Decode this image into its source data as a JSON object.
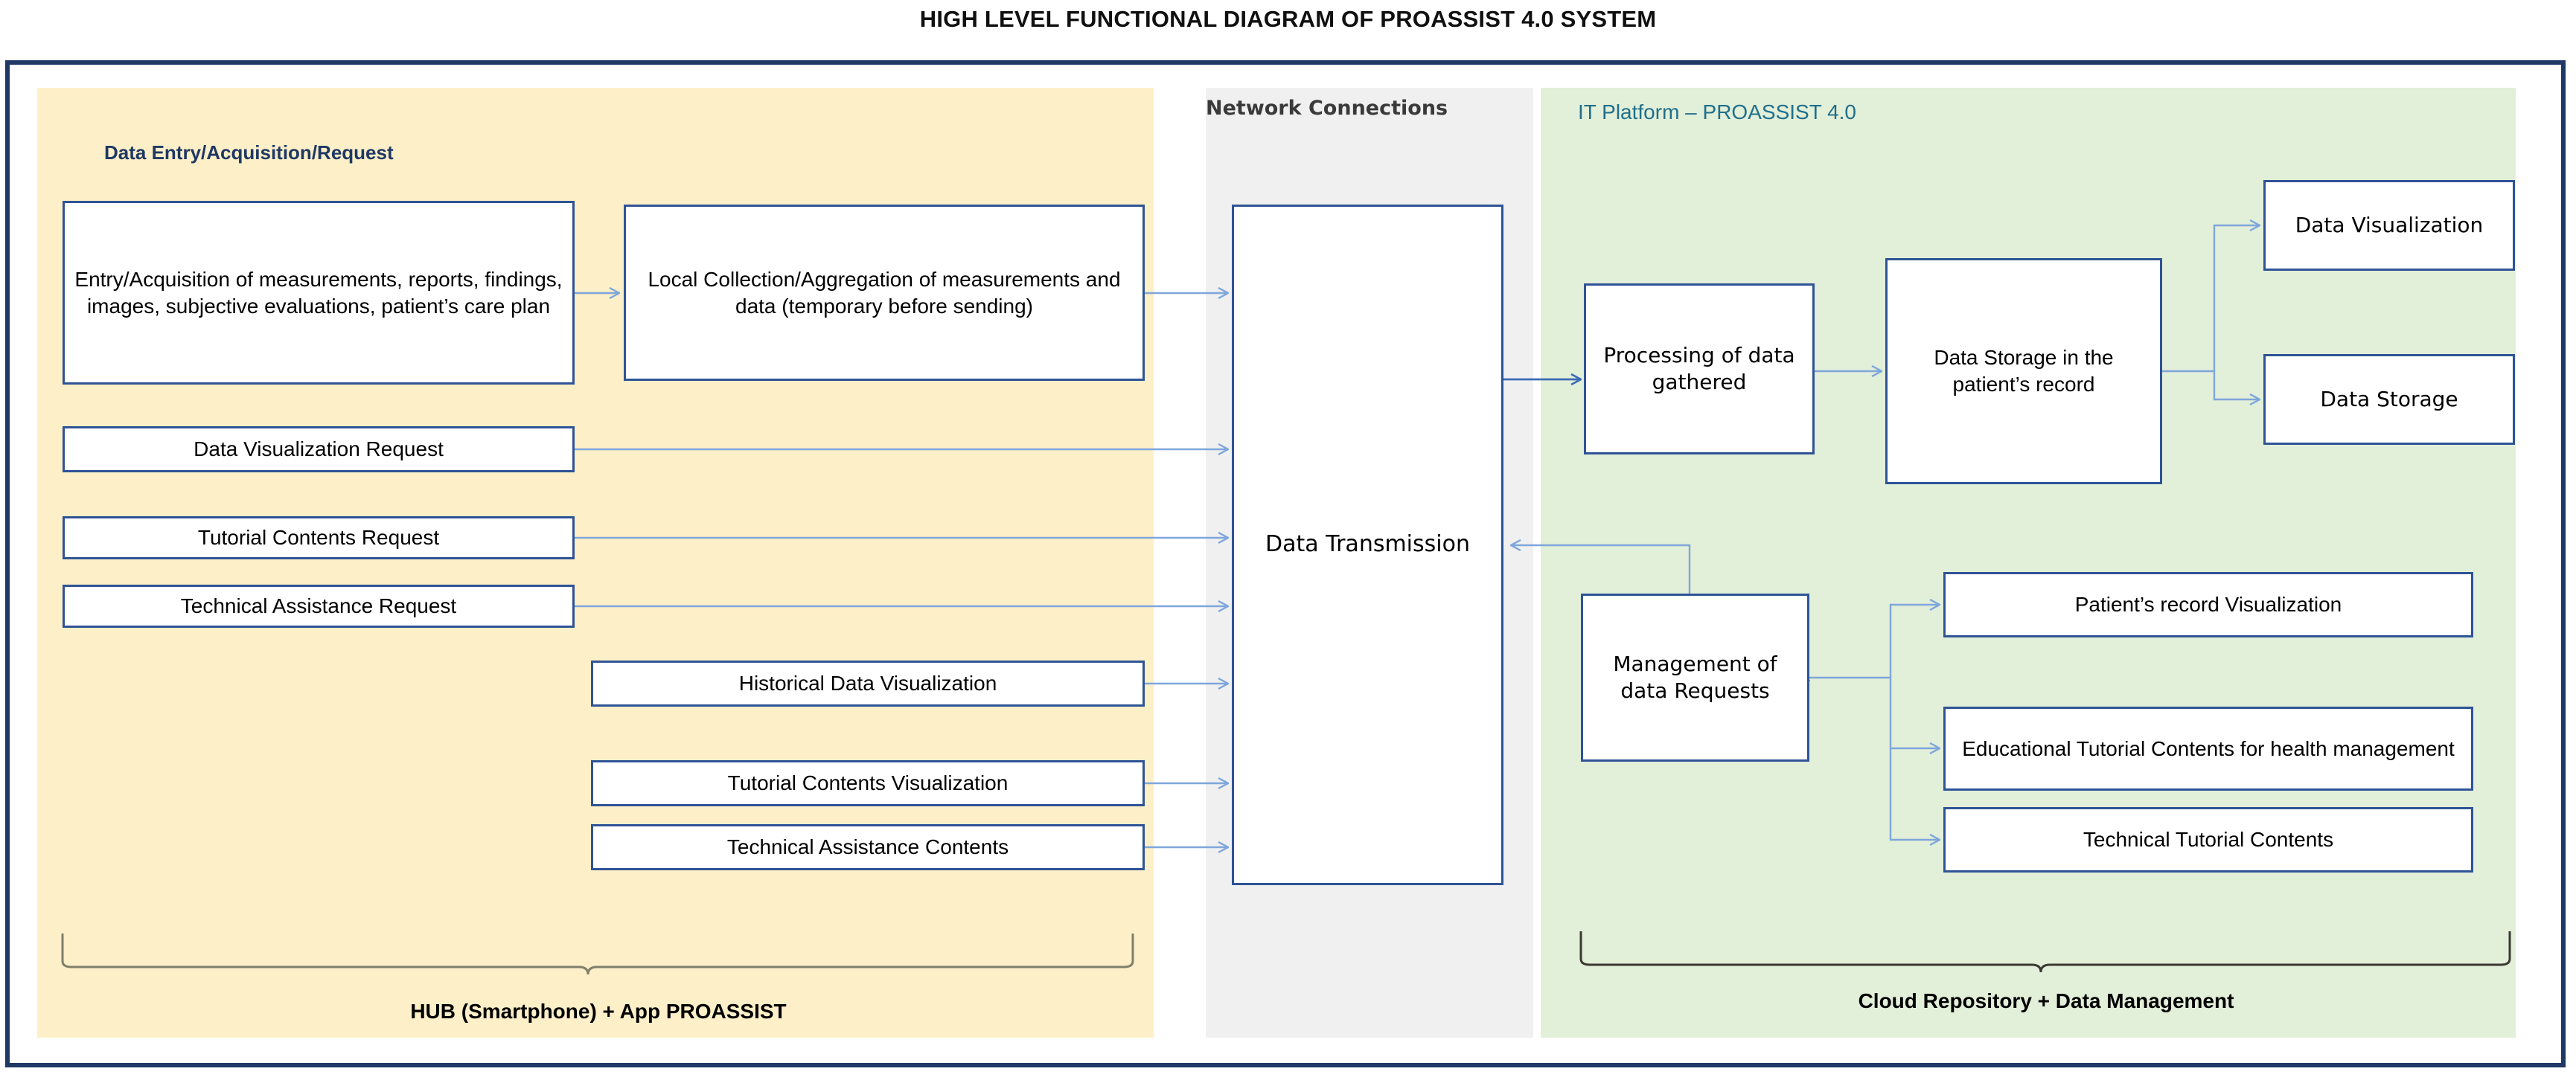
{
  "title": "HIGH LEVEL FUNCTIONAL DIAGRAM OF PROASSIST 4.0 SYSTEM",
  "panels": {
    "hub": {
      "title": "Data Entry/Acquisition/Request",
      "bracket_label": "HUB (Smartphone) + App PROASSIST",
      "color": "#FDEFC8"
    },
    "network": {
      "title": "Network Connections",
      "color": "#F0F0F0"
    },
    "platform": {
      "title": "IT Platform – PROASSIST 4.0",
      "bracket_label": "Cloud Repository +  Data Management",
      "color": "#E2EFD9"
    }
  },
  "boxes": {
    "entry_acquisition": "Entry/Acquisition of measurements, reports, findings, images, subjective evaluations, patient’s care plan",
    "local_collection": "Local Collection/Aggregation of measurements and data (temporary before sending)",
    "data_visualization_request": "Data Visualization Request",
    "tutorial_contents_request": "Tutorial Contents Request",
    "technical_assistance_request": "Technical Assistance Request",
    "historical_data_visualization": "Historical Data Visualization",
    "tutorial_contents_visualization": "Tutorial Contents Visualization",
    "technical_assistance_contents": "Technical Assistance Contents",
    "data_transmission": "Data Transmission",
    "processing_of_data": "Processing of data gathered",
    "data_storage_patient_record": "Data Storage  in the patient’s record",
    "data_visualization": "Data Visualization",
    "data_storage": "Data Storage",
    "management_of_data_requests": "Management of data Requests",
    "patients_record_visualization": "Patient’s record Visualization",
    "educational_tutorial_contents": "Educational Tutorial Contents for health  management",
    "technical_tutorial_contents": "Technical Tutorial Contents"
  },
  "colors": {
    "frame": "#1F3864",
    "box_border": "#2E5496",
    "connector_light": "#7FA6DB",
    "connector_dark": "#3B6BB5",
    "hub_title": "#1F3864",
    "network_title": "#3A3A3A",
    "platform_title": "#1F6F8B",
    "bracket": "#7F7F6B"
  }
}
